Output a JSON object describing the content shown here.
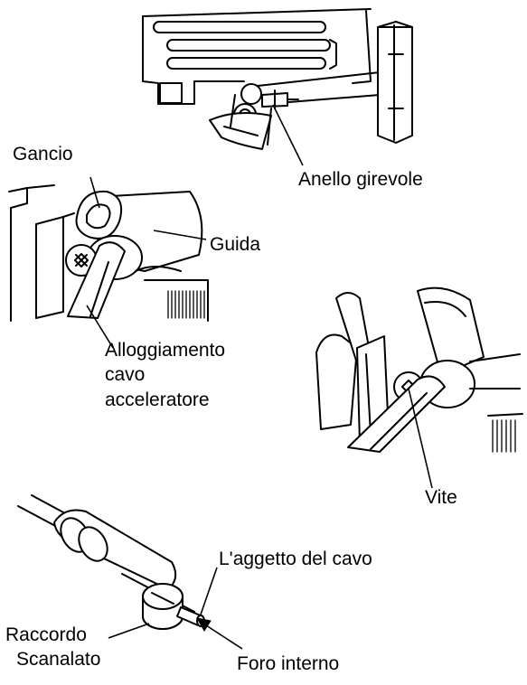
{
  "labels": {
    "anello": "Anello girevole",
    "gancio": "Gancio",
    "guida": "Guida",
    "alloggiamento_1": "Alloggiamento",
    "alloggiamento_2": "cavo",
    "alloggiamento_3": "acceleratore",
    "vite": "Vite",
    "aggetto": "L'aggetto del cavo",
    "raccordo_1": "Raccordo",
    "raccordo_2": "Scanalato",
    "foro": "Foro interno"
  }
}
